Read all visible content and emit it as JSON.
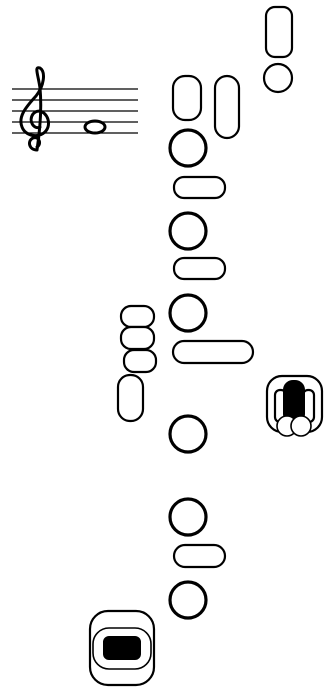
{
  "diagram": {
    "type": "fingering-chart",
    "instrument": "saxophone",
    "clef": "treble",
    "note": "whole-note",
    "pressed_keys": [
      "side-trill-key-lower-right-pad",
      "low-c-key-pad"
    ],
    "colors": {
      "outline": "#000000",
      "key_open": "#ffffff",
      "key_pressed": "#000000",
      "background": "#ffffff"
    }
  }
}
